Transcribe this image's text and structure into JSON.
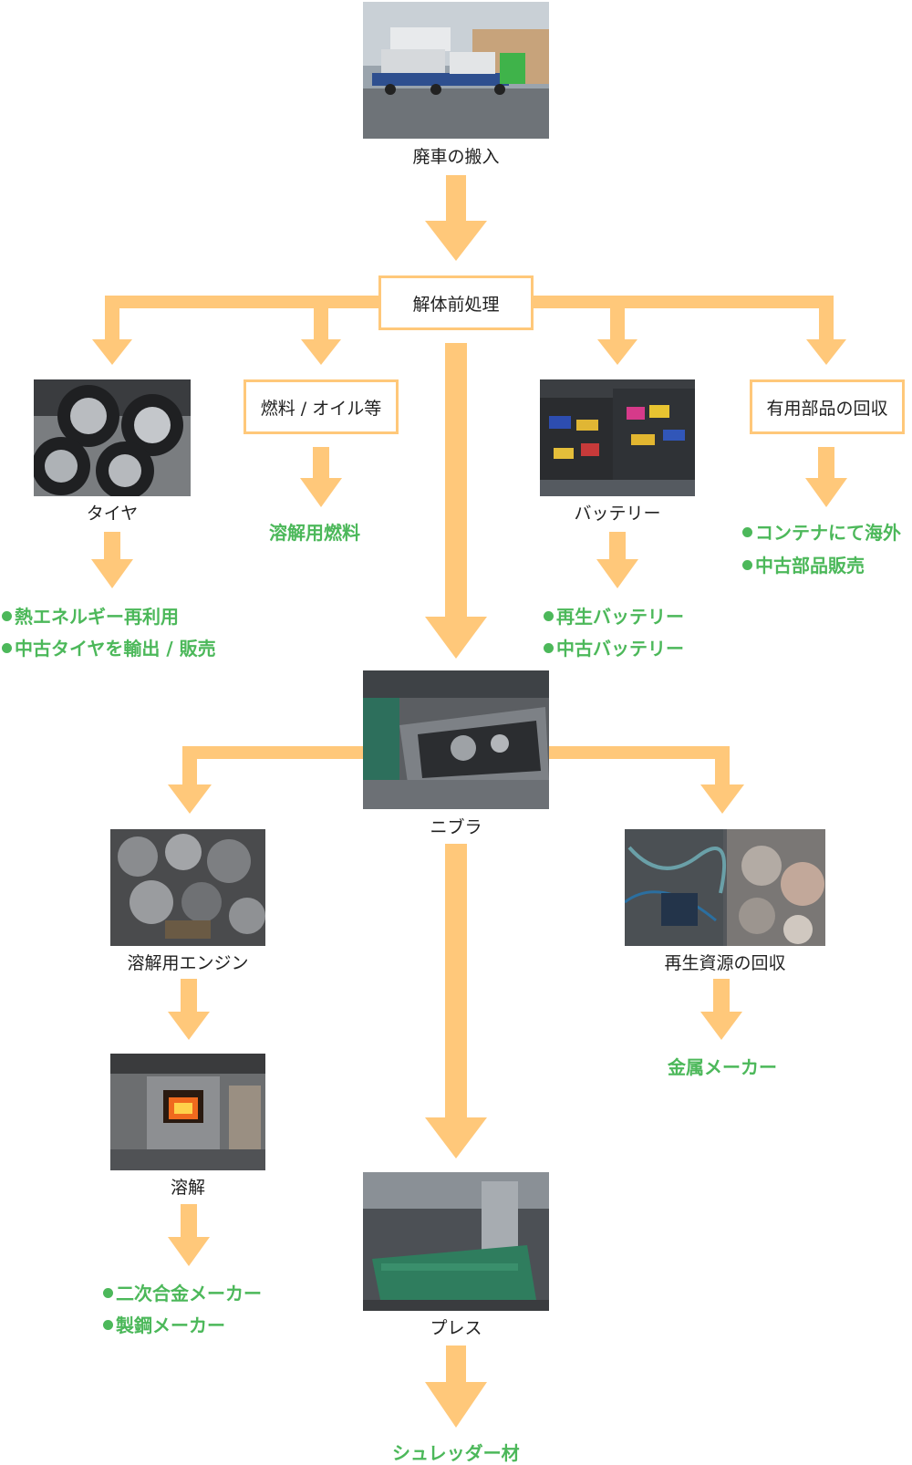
{
  "nodes": {
    "arrival": "廃車の搬入",
    "pretreatment": "解体前処理",
    "tire": "タイヤ",
    "fuel": "燃料 / オイル等",
    "battery": "バッテリー",
    "parts": "有用部品の回収",
    "nibbler": "ニブラ",
    "engine": "溶解用エンジン",
    "recycled": "再生資源の回収",
    "melting": "溶解",
    "press": "プレス"
  },
  "outputs": {
    "tire": [
      "熱エネルギー再利用",
      "中古タイヤを輸出 / 販売"
    ],
    "fuel": "溶解用燃料",
    "battery": [
      "再生バッテリー",
      "中古バッテリー"
    ],
    "parts": [
      "コンテナにて海外",
      "中古部品販売"
    ],
    "recycled": "金属メーカー",
    "melting": [
      "二次合金メーカー",
      "製鋼メーカー"
    ],
    "press": "シュレッダー材"
  },
  "colors": {
    "arrow": "#FFC87A",
    "output_text": "#4CB85A",
    "box_border": "#FFC87A"
  }
}
